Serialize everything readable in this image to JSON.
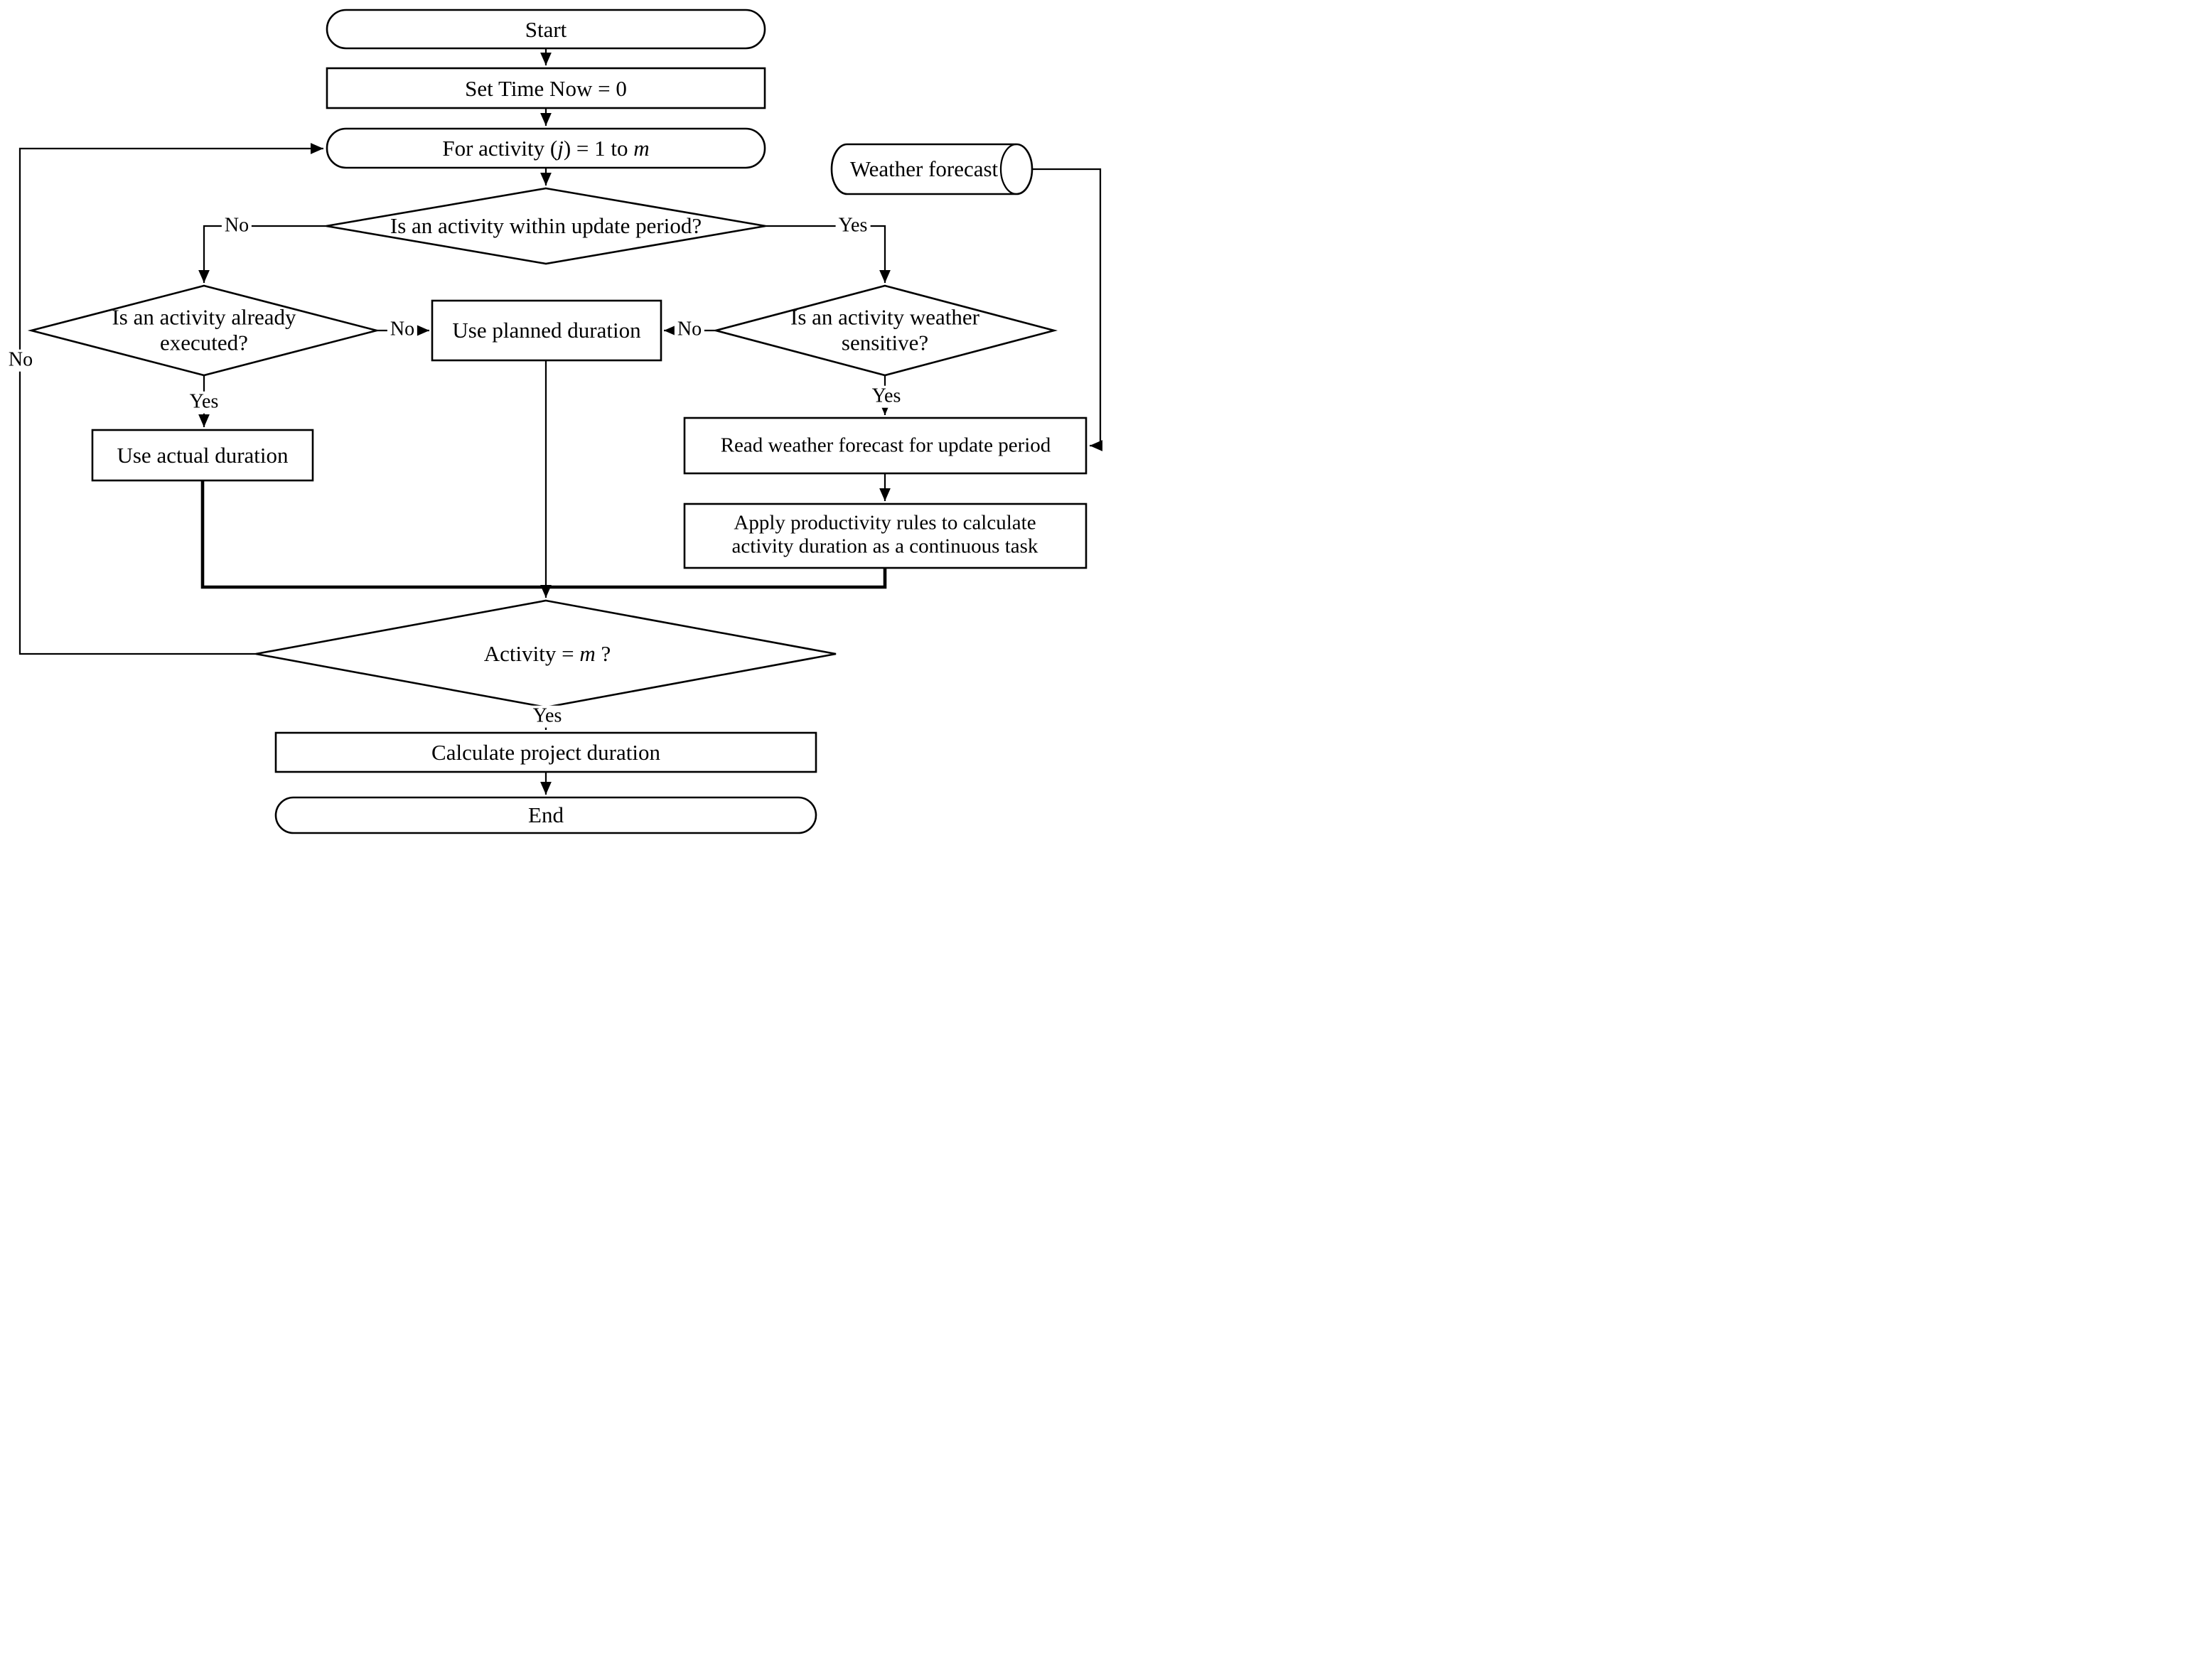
{
  "diagram": {
    "colors": {
      "line": "#000000",
      "shape-fill": "#ffffff",
      "text": "#000000",
      "background": "#ffffff"
    },
    "nodes": {
      "start": {
        "shape": "terminator",
        "label": "Start"
      },
      "set_time": {
        "shape": "process",
        "label": "Set Time Now = 0"
      },
      "for_activity": {
        "shape": "loop-terminator",
        "pre": "For activity (",
        "var1": "j",
        "mid": ") = 1 to ",
        "var2": "m"
      },
      "weather_forecast": {
        "shape": "stored-data-cylinder",
        "label": "Weather forecast"
      },
      "within_update_period": {
        "shape": "decision",
        "label": "Is an activity within update period?"
      },
      "already_executed": {
        "shape": "decision",
        "lines": [
          "Is an activity already",
          "executed?"
        ]
      },
      "use_planned": {
        "shape": "process",
        "label": "Use planned duration"
      },
      "weather_sensitive": {
        "shape": "decision",
        "lines": [
          "Is an activity weather",
          "sensitive?"
        ]
      },
      "use_actual": {
        "shape": "process",
        "label": "Use actual duration"
      },
      "read_forecast": {
        "shape": "process",
        "label": "Read weather forecast for update period"
      },
      "apply_rules": {
        "shape": "process",
        "lines": [
          "Apply productivity rules to calculate",
          "activity duration as a continuous task"
        ]
      },
      "activity_equals_m": {
        "shape": "decision",
        "pre": "Activity = ",
        "var": "m",
        "post": " ?"
      },
      "calc_duration": {
        "shape": "process",
        "label": "Calculate project duration"
      },
      "end": {
        "shape": "terminator",
        "label": "End"
      }
    },
    "edge_labels": {
      "within_no": "No",
      "within_yes": "Yes",
      "executed_no": "No",
      "executed_yes": "Yes",
      "sensitive_no": "No",
      "sensitive_yes": "Yes",
      "loop_no": "No",
      "activity_yes": "Yes"
    }
  }
}
